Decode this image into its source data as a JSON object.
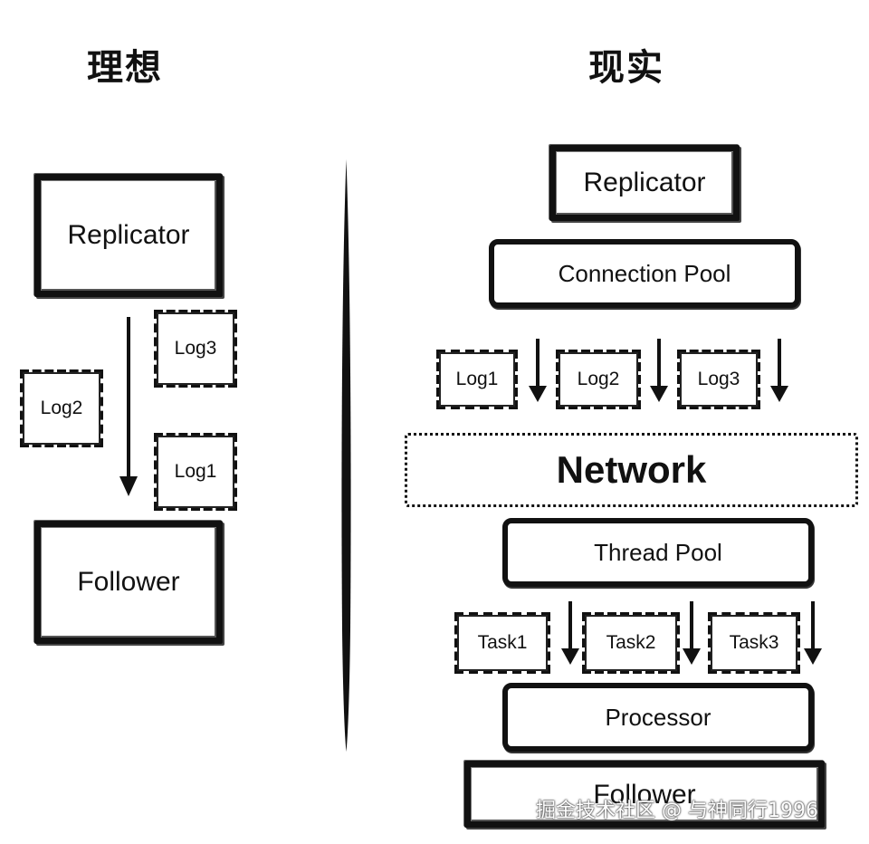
{
  "titles": {
    "ideal": "理想",
    "reality": "现实"
  },
  "ideal": {
    "replicator": "Replicator",
    "follower": "Follower",
    "logs": [
      "Log3",
      "Log2",
      "Log1"
    ]
  },
  "reality": {
    "replicator": "Replicator",
    "connection_pool": "Connection Pool",
    "logs": [
      "Log1",
      "Log2",
      "Log3"
    ],
    "network": "Network",
    "thread_pool": "Thread Pool",
    "tasks": [
      "Task1",
      "Task2",
      "Task3"
    ],
    "processor": "Processor",
    "follower": "Follower"
  },
  "watermark": "掘金技术社区 @ 与神同行1996"
}
